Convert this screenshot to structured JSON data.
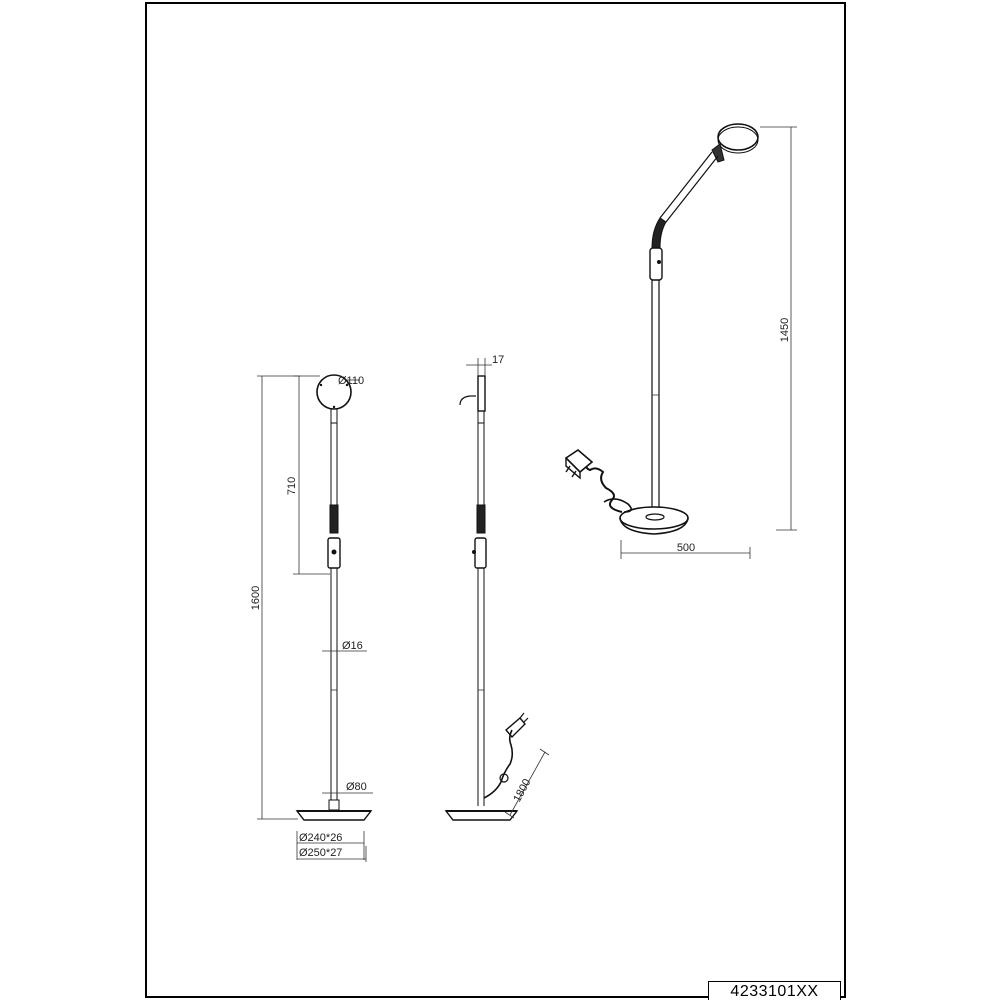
{
  "sheet": {
    "product_code": "4233101XX",
    "line_color": "#111111"
  },
  "front_view": {
    "head_diameter": "Ø110",
    "height_arm": "710",
    "total_height": "1600",
    "pole_diameter": "Ø16",
    "stem_diameter": "Ø80",
    "base_inner": "Ø240*26",
    "base_outer": "Ø250*27"
  },
  "side_view": {
    "head_thickness": "17",
    "cable_length": "1800"
  },
  "perspective_view": {
    "height": "1450",
    "width": "500"
  }
}
